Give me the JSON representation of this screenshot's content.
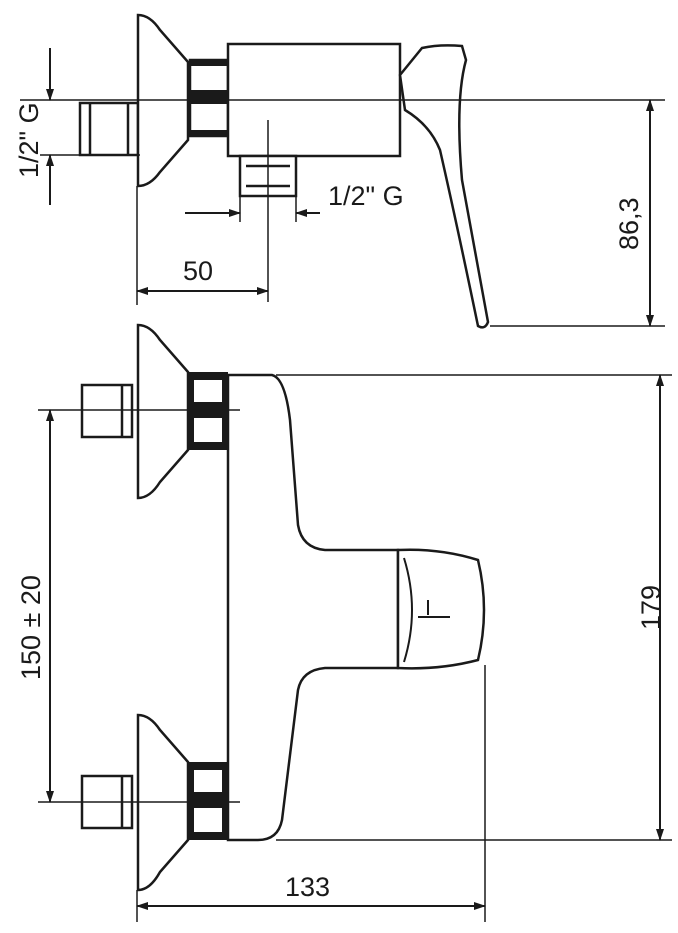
{
  "top_view": {
    "inlet_thread_label": "1/2\" G",
    "outlet_thread_label": "1/2\" G",
    "outlet_offset_label": "50",
    "handle_height_label": "86,3"
  },
  "front_view": {
    "inlet_spacing_label": "150 ± 20",
    "height_label": "179",
    "depth_label": "133"
  },
  "colors": {
    "line": "#1a1a1a",
    "background": "#ffffff"
  }
}
